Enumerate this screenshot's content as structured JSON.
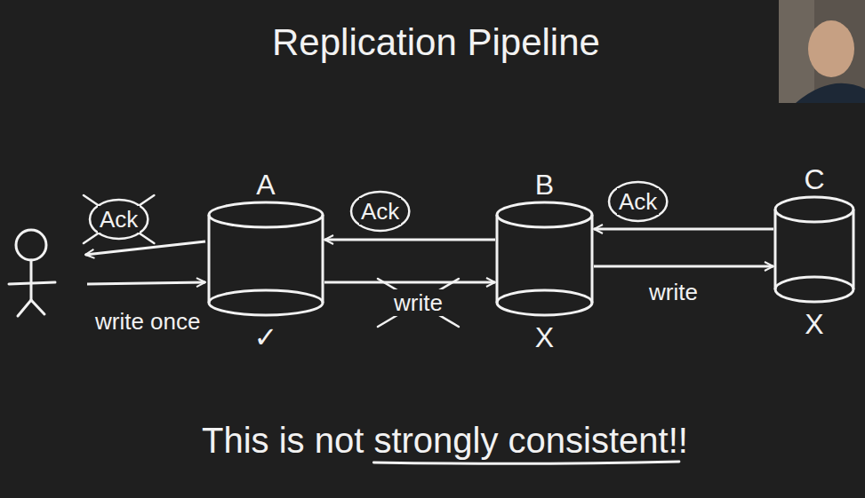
{
  "diagram": {
    "title": "Replication Pipeline",
    "caption": "This is not strongly consistent!!",
    "nodes": [
      {
        "text": [
          "A",
          "✓"
        ]
      },
      {
        "text": [
          "B",
          "X"
        ]
      },
      {
        "text": [
          "C",
          "X"
        ]
      }
    ],
    "edges": [
      {
        "from": 0,
        "to": 1,
        "label": "write",
        "arrow": "to"
      },
      {
        "from": 1,
        "to": 0,
        "label": "Ack",
        "arrow": "to"
      },
      {
        "from": 1,
        "to": 2,
        "label": "write",
        "arrow": "to"
      },
      {
        "from": 2,
        "to": 1,
        "label": "Ack",
        "arrow": "to"
      }
    ],
    "labels": [
      "Ack",
      "write once"
    ]
  }
}
